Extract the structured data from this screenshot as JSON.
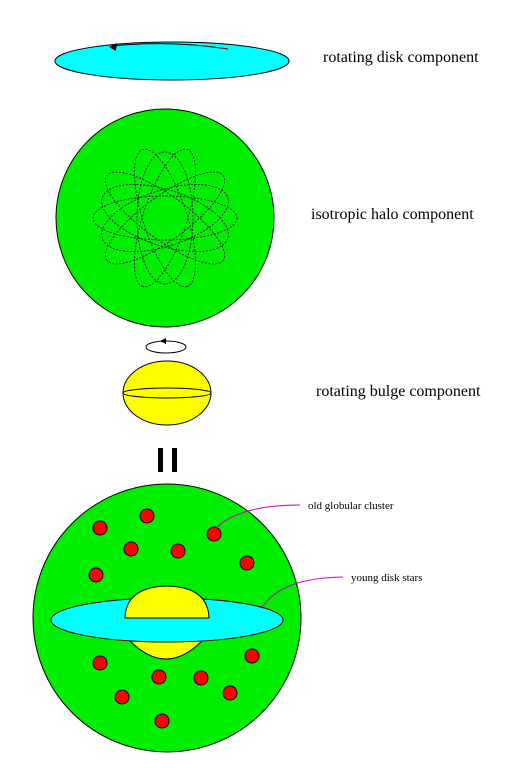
{
  "labels": {
    "disk": "rotating disk component",
    "halo": "isotropic halo component",
    "bulge": "rotating bulge component",
    "globular": "old globular cluster",
    "young": "young disk stars"
  },
  "colors": {
    "disk": "#00ffff",
    "halo": "#00ee00",
    "bulge": "#ffff00",
    "cluster": "#ff0000",
    "leader": "#cc00cc",
    "outline": "#000000"
  },
  "icons": {
    "rotation": "rotation-arrow-icon",
    "equals": "equals-sign"
  }
}
